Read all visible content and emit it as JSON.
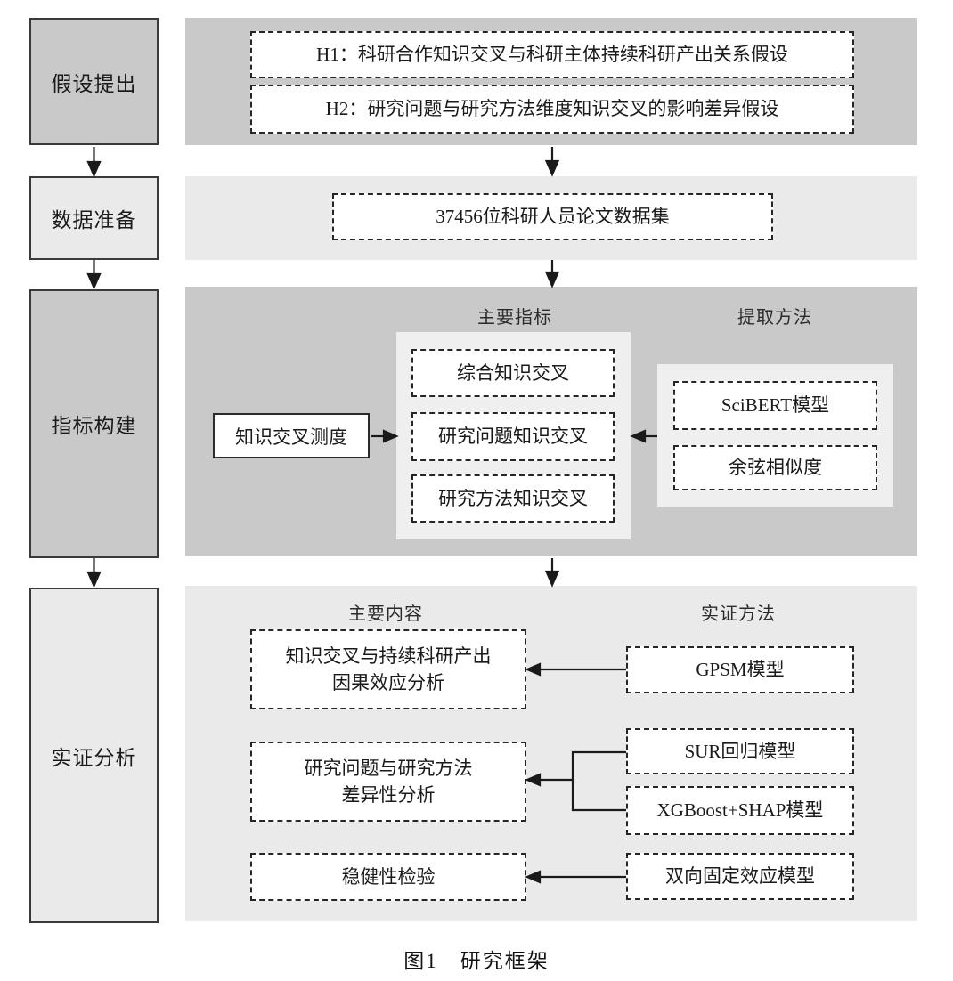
{
  "figure": {
    "caption": "图1　研究框架"
  },
  "colors": {
    "panel_dark": "#c9c9c9",
    "panel_light": "#eaeaea",
    "subpanel_light": "#efefef",
    "box_fill": "#ffffff",
    "line": "#1a1a1a"
  },
  "stages": [
    {
      "label": "假设提出"
    },
    {
      "label": "数据准备"
    },
    {
      "label": "指标构建"
    },
    {
      "label": "实证分析"
    }
  ],
  "hypotheses": {
    "h1": "H1：科研合作知识交叉与科研主体持续科研产出关系假设",
    "h2": "H2：研究问题与研究方法维度知识交叉的影响差异假设"
  },
  "data_preparation": {
    "dataset": "37456位科研人员论文数据集"
  },
  "indicator_construction": {
    "header_main": "主要指标",
    "header_method": "提取方法",
    "measure": "知识交叉测度",
    "indicators": [
      "综合知识交叉",
      "研究问题知识交叉",
      "研究方法知识交叉"
    ],
    "methods": [
      "SciBERT模型",
      "余弦相似度"
    ]
  },
  "empirical_analysis": {
    "header_content": "主要内容",
    "header_method": "实证方法",
    "contents": [
      [
        "知识交叉与持续科研产出",
        "因果效应分析"
      ],
      [
        "研究问题与研究方法",
        "差异性分析"
      ],
      [
        "稳健性检验"
      ]
    ],
    "methods": [
      "GPSM模型",
      "SUR回归模型",
      "XGBoost+SHAP模型",
      "双向固定效应模型"
    ]
  }
}
